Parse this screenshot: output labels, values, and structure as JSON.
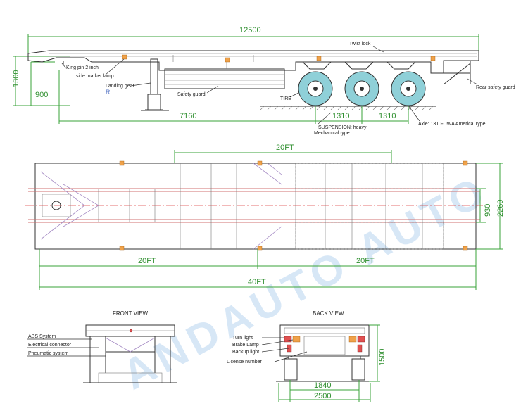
{
  "side_view": {
    "overall_length": "12500",
    "height": "1300",
    "landing_height": "900",
    "kingpin_to_axle": "7160",
    "axle_spacing_1": "1310",
    "axle_spacing_2": "1310",
    "labels": {
      "kingpin": "King pin 2 inch",
      "side_marker": "side marker lamp",
      "landing_gear": "Landing gear",
      "r_mark": "R",
      "safety_guard": "Safety guard",
      "twist_lock": "Twist lock",
      "tire": "TIRE",
      "rear_safety_guard": "Rear safety guard",
      "suspension": "SUSPENSION: heavy",
      "mechanical_type": "Mechanical type",
      "axle_note": "Axle: 13T FUWA America Type"
    }
  },
  "top_view": {
    "container_20ft_top": "20FT",
    "container_20ft_left": "20FT",
    "container_20ft_right": "20FT",
    "container_40ft": "40FT",
    "beam_spacing": "930",
    "overall_width": "2260"
  },
  "front_view": {
    "title": "FRONT VIEW",
    "labels": {
      "abs": "ABS System",
      "electrical": "Electrical connector",
      "pneumatic": "Pneumatic system"
    }
  },
  "back_view": {
    "title": "BACK VIEW",
    "labels": {
      "turn": "Turn light",
      "brake": "Brake Lamp",
      "backup": "Backup light",
      "license": "License number"
    },
    "height": "1500",
    "inner_width": "1840",
    "outer_width": "2500"
  },
  "watermark": "ANDAUTO AUTO",
  "colors": {
    "dimension": "#3aa33a",
    "wheel": "#8fd0d8",
    "lamp_orange": "#f0a24a",
    "lamp_red": "#e05050",
    "watermark": "#8fbde8"
  }
}
